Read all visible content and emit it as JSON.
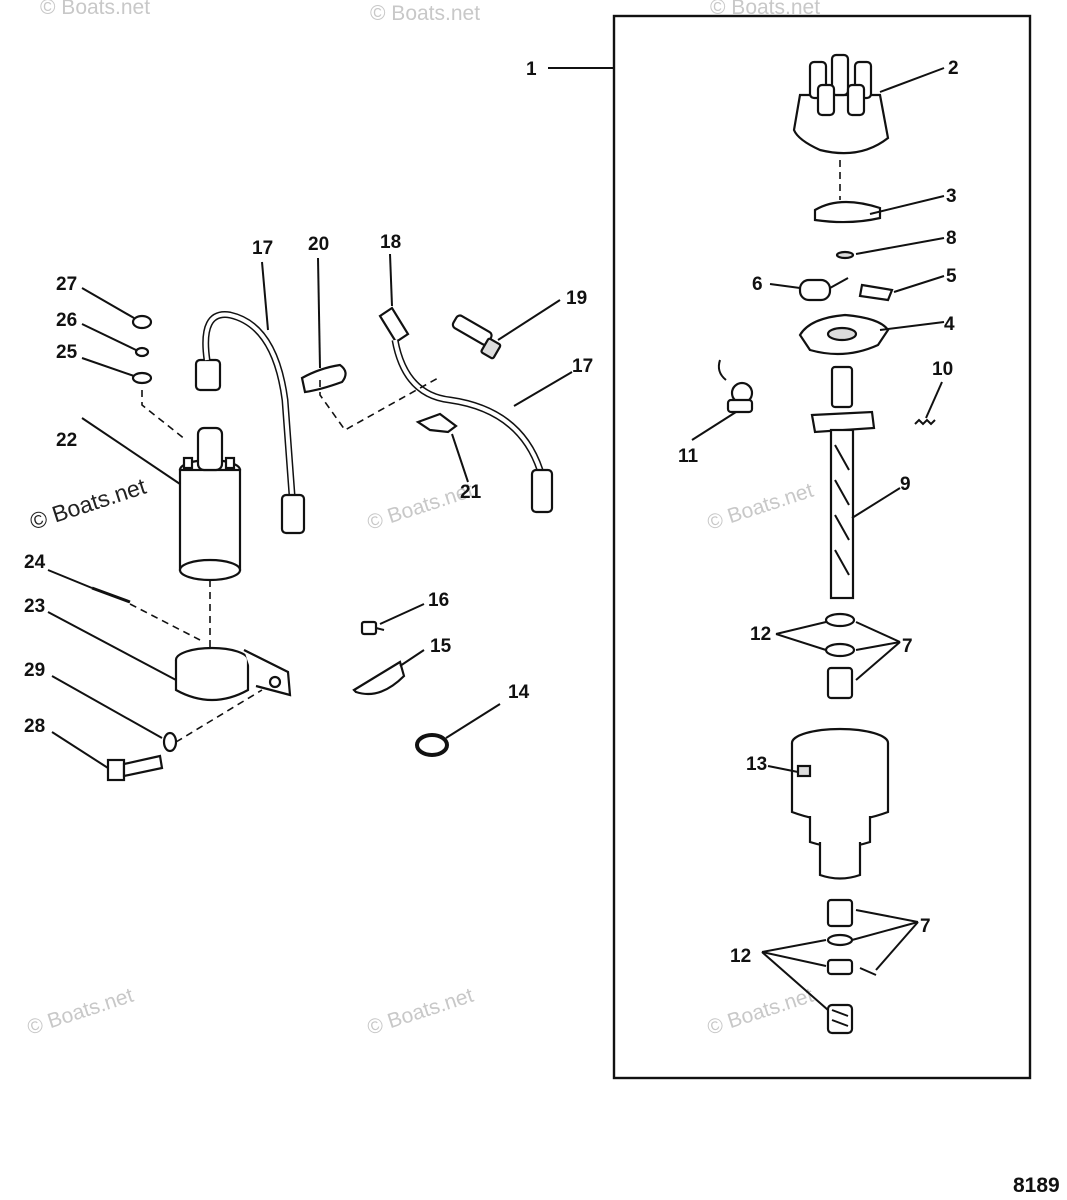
{
  "figure_number": "8189",
  "watermark": "© Boats.net",
  "callouts": [
    "1",
    "2",
    "3",
    "4",
    "5",
    "6",
    "7",
    "8",
    "9",
    "10",
    "11",
    "12",
    "13",
    "14",
    "15",
    "16",
    "17",
    "18",
    "19",
    "20",
    "21",
    "22",
    "23",
    "24",
    "25",
    "26",
    "27",
    "28",
    "29"
  ]
}
